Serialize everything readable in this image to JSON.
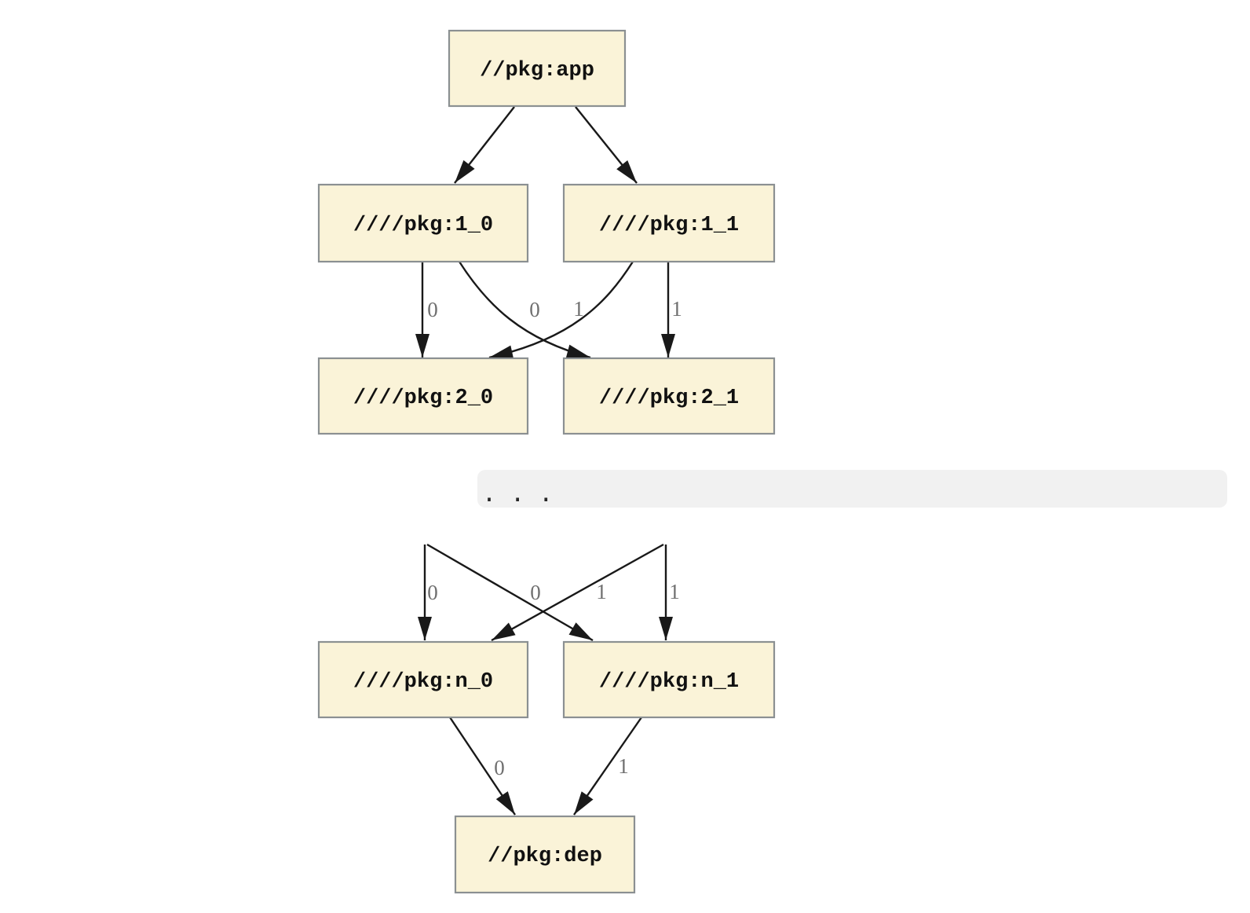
{
  "diagram": {
    "title_hint": "build dependency graph",
    "nodes": {
      "app": "//pkg:app",
      "l1_0": "////pkg:1_0",
      "l1_1": "////pkg:1_1",
      "l2_0": "////pkg:2_0",
      "l2_1": "////pkg:2_1",
      "ln_0": "////pkg:n_0",
      "ln_1": "////pkg:n_1",
      "dep": "//pkg:dep"
    },
    "edge_labels": {
      "row1": [
        "0",
        "0",
        "1",
        "1"
      ],
      "rown": [
        "0",
        "0",
        "1",
        "1"
      ],
      "dep": [
        "0",
        "1"
      ]
    },
    "ellipsis": ". . .",
    "colors": {
      "node_fill": "#FAF3D8",
      "node_border": "#8B9092",
      "edge": "#191919",
      "edge_label": "#6F6F6F",
      "band_bg": "#F1F1F1",
      "background": "#FFFFFF"
    }
  }
}
